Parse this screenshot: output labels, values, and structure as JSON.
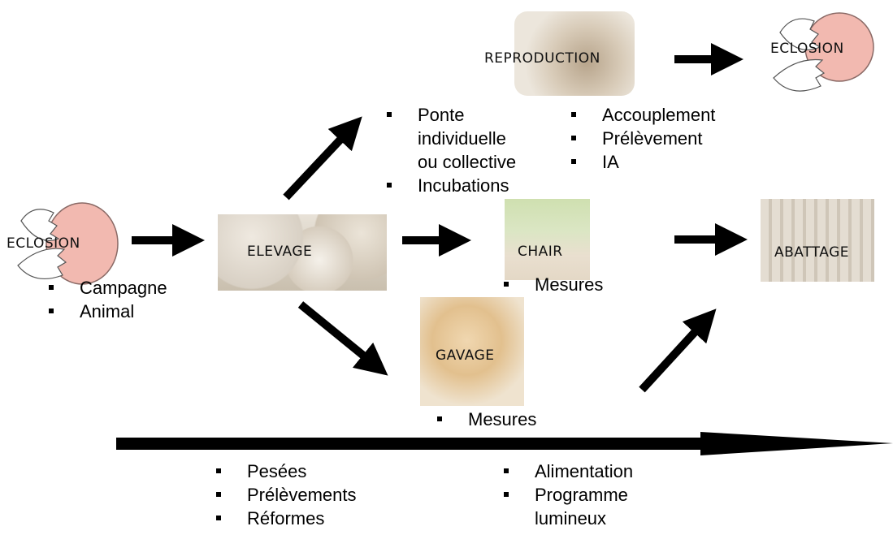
{
  "nodes": {
    "eclosion_left": "ECLOSION",
    "elevage": "ELEVAGE",
    "reproduction": "REPRODUCTION",
    "eclosion_right": "ECLOSION",
    "chair": "CHAIR",
    "abattage": "ABATTAGE",
    "gavage": "GAVAGE"
  },
  "lists": {
    "eclosion": [
      "Campagne",
      "Animal"
    ],
    "ponte": [
      "Ponte",
      "individuelle",
      "ou collective",
      "Incubations"
    ],
    "reproduction": [
      "Accouplement",
      "Prélèvement",
      "IA"
    ],
    "chair": [
      "Mesures"
    ],
    "gavage": [
      "Mesures"
    ],
    "timeline_left": [
      "Pesées",
      "Prélèvements",
      "Réformes"
    ],
    "timeline_right": [
      "Alimentation",
      "Programme",
      "lumineux"
    ]
  },
  "colors": {
    "egg_pink": "#f2b9b0",
    "egg_outline": "#8a6a66",
    "photo_warm": "#d9b98e",
    "photo_green": "#c9d8a8",
    "photo_grey": "#dcd6cc"
  }
}
